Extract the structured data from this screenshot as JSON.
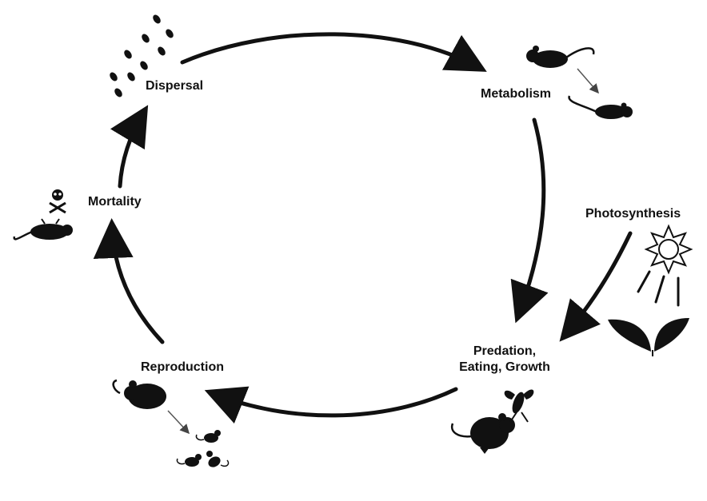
{
  "nodes": {
    "dispersal": "Dispersal",
    "metabolism": "Metabolism",
    "photosynthesis": "Photosynthesis",
    "predation_line1": "Predation,",
    "predation_line2": "Eating, Growth",
    "reproduction": "Reproduction",
    "mortality": "Mortality"
  },
  "icons": {
    "dispersal": "seeds-icon",
    "metabolism": "mouse-icon",
    "photosynthesis": "sun-icon",
    "plant": "leaves-icon",
    "predation": "mouse-eating-icon",
    "insect": "insect-icon",
    "reproduction": "mouse-offspring-icon",
    "mortality": "skull-crossbones-icon"
  },
  "colors": {
    "ink": "#111111",
    "background": "#ffffff"
  }
}
